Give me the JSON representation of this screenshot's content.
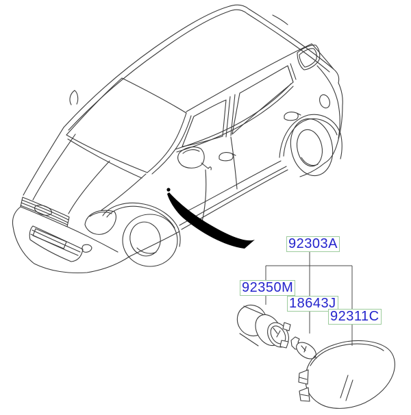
{
  "page": {
    "background_color": "#ffffff"
  },
  "colors": {
    "label_text": "#2323cc",
    "label_border": "#9ccb9c",
    "line_art": "#3a3a3a",
    "pointer_arrow": "#000000"
  },
  "part_labels": {
    "top": "92303A",
    "left": "92350M",
    "middle": "18643J",
    "right": "92311C"
  }
}
